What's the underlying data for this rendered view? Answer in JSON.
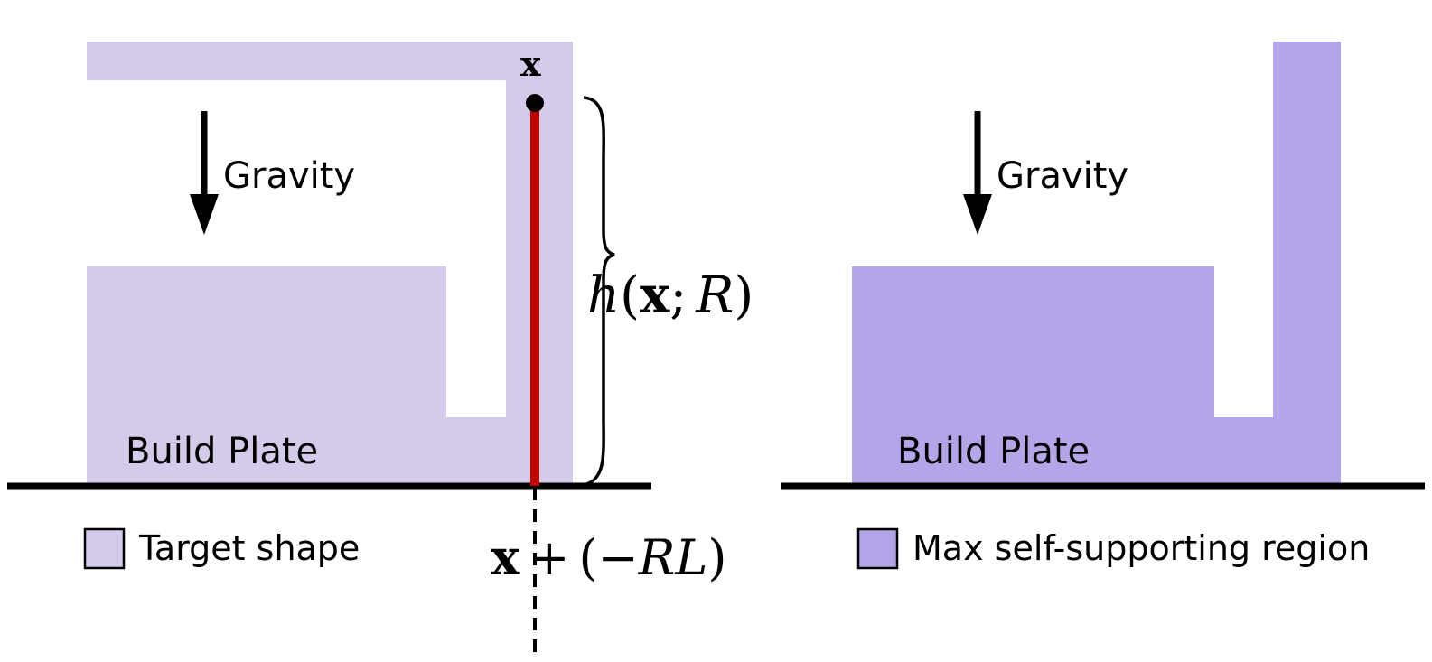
{
  "left_panel": {
    "gravity_label": "Gravity",
    "build_plate_label": "Build Plate",
    "legend_label": "Target shape",
    "point_label": "x",
    "height_label": {
      "h": "h",
      "open": "(",
      "x": "x",
      "sep": ";",
      "R": "R",
      "close": ")"
    },
    "offset_label": {
      "x": "x",
      "plus": "+",
      "open": "(",
      "minus": "−",
      "RL": "RL",
      "close": ")"
    }
  },
  "right_panel": {
    "gravity_label": "Gravity",
    "build_plate_label": "Build Plate",
    "legend_label": "Max self-supporting region"
  },
  "colors": {
    "target_shape_fill": "#d4cbea",
    "self_supporting_fill": "#b4a5e8",
    "ray_color": "#c00000",
    "ink": "#000000"
  }
}
